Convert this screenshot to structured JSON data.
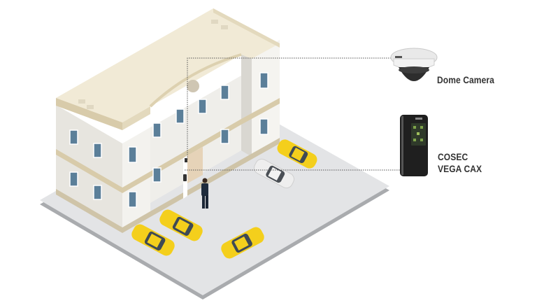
{
  "diagram": {
    "type": "isometric-illustration",
    "scene": "Building entrance with surveillance and access control",
    "colors": {
      "background": "#ffffff",
      "ground": "#e3e4e6",
      "ground_edge": "#a9abae",
      "building_wall": "#ecebe7",
      "building_wall_shade": "#d9d7d1",
      "roof": "#f1ead6",
      "roof_trim": "#d8cbaa",
      "window_glass": "#5b7f99",
      "taxi_yellow": "#f4cf1c",
      "white_car": "#eeeeee",
      "connector_line": "#555555",
      "label_text": "#333333"
    },
    "devices": [
      {
        "id": "dome-camera",
        "label": "Dome Camera",
        "mounted_at": "building facade upper corner"
      },
      {
        "id": "cosec-vega-cax",
        "label_lines": [
          "COSEC",
          "VEGA CAX"
        ],
        "mounted_at": "entrance door side wall"
      }
    ],
    "scene_objects": {
      "taxis": 4,
      "white_cars": 1,
      "people": 1,
      "clock_on_facade": true
    }
  }
}
